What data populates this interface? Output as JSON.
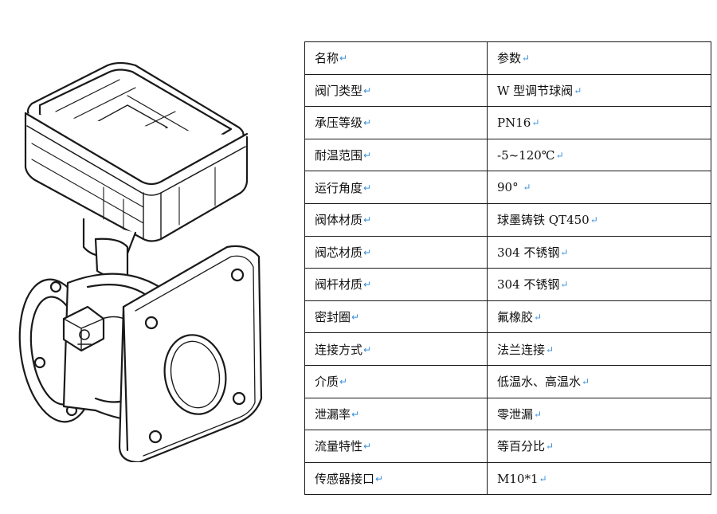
{
  "spec_table": {
    "header": {
      "name": "名称",
      "value": "参数"
    },
    "rows": [
      {
        "name": "阀门类型",
        "value": "W 型调节球阀"
      },
      {
        "name": "承压等级",
        "value": "PN16"
      },
      {
        "name": "耐温范围",
        "value": "-5~120℃"
      },
      {
        "name": "运行角度",
        "value": "90° "
      },
      {
        "name": "阀体材质",
        "value": "球墨铸铁 QT450"
      },
      {
        "name": "阀芯材质",
        "value": "304 不锈钢"
      },
      {
        "name": "阀杆材质",
        "value": "304 不锈钢"
      },
      {
        "name": "密封圈",
        "value": "氟橡胶"
      },
      {
        "name": "连接方式",
        "value": "法兰连接"
      },
      {
        "name": "介质",
        "value": "低温水、高温水"
      },
      {
        "name": "泄漏率",
        "value": "零泄漏"
      },
      {
        "name": "流量特性",
        "value": "等百分比"
      },
      {
        "name": "传感器接口",
        "value": "M10*1"
      }
    ],
    "return_mark": "↵"
  },
  "drawing": {
    "icon": "motorized-ball-valve-line-drawing"
  },
  "colors": {
    "line": "#1a1a1a",
    "return_mark": "#3b8fd9",
    "background": "#ffffff"
  }
}
